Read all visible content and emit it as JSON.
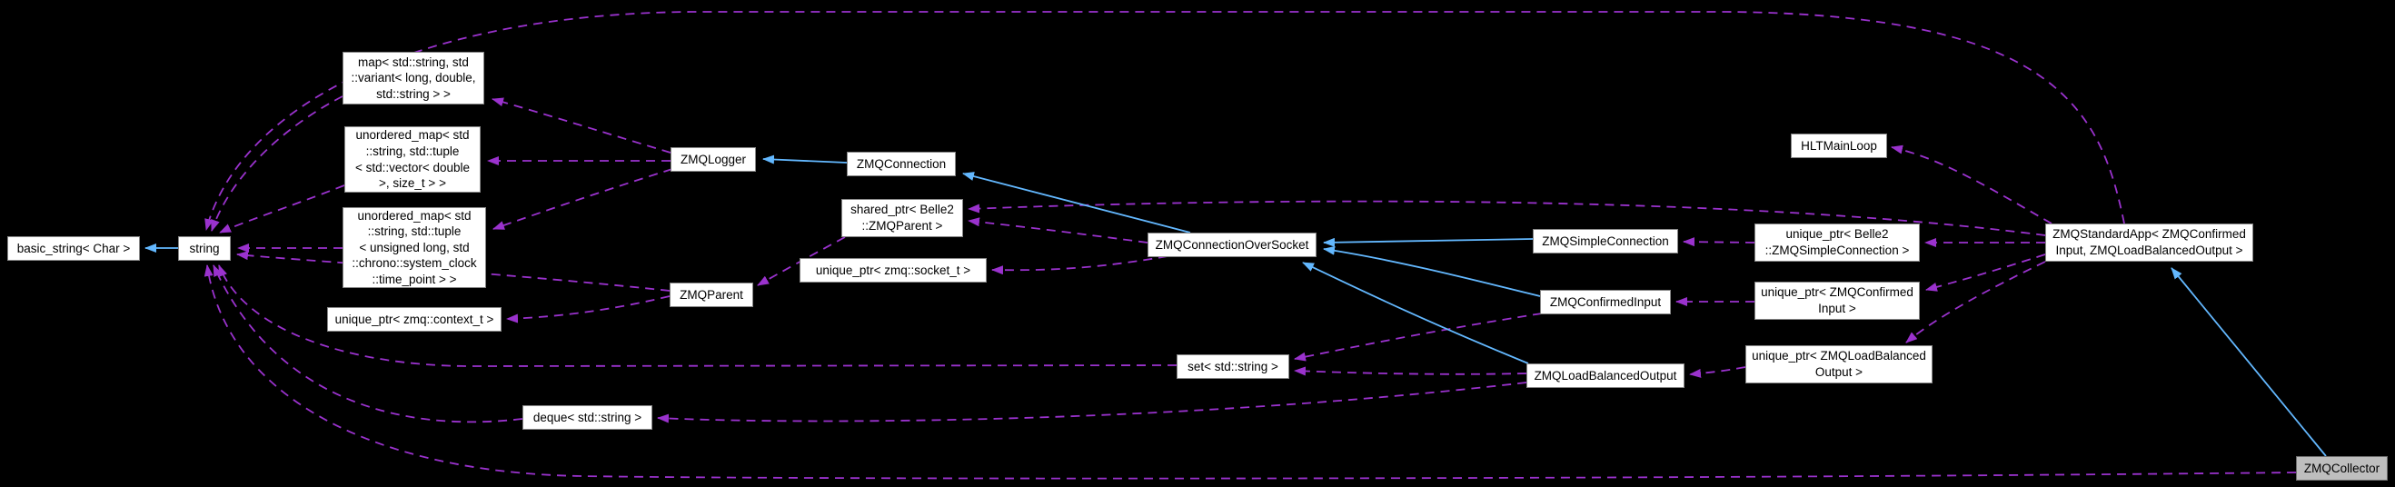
{
  "diagram": {
    "type": "collaboration-graph",
    "colors": {
      "background": "#000000",
      "box_fill": "#ffffff",
      "box_border": "#878787",
      "highlight_box_fill": "#bebebe",
      "inheritance_edge": "#63b8ff",
      "usage_edge": "#9a32cd",
      "text": "#000000"
    }
  },
  "nodes": {
    "basic_string": {
      "label": "basic_string< Char >"
    },
    "string": {
      "label": "string"
    },
    "map_variant": {
      "label": "map< std::string, std\n::variant< long, double,\nstd::string > >"
    },
    "umap_vector": {
      "label": "unordered_map< std\n::string, std::tuple\n< std::vector< double\n>, size_t > >"
    },
    "umap_chrono": {
      "label": "unordered_map< std\n::string, std::tuple\n< unsigned long, std\n::chrono::system_clock\n::time_point > >"
    },
    "uptr_context": {
      "label": "unique_ptr< zmq::context_t >"
    },
    "zmq_logger": {
      "label": "ZMQLogger"
    },
    "zmq_parent": {
      "label": "ZMQParent"
    },
    "zmq_connection": {
      "label": "ZMQConnection"
    },
    "sptr_parent": {
      "label": "shared_ptr< Belle2\n::ZMQParent >"
    },
    "uptr_socket": {
      "label": "unique_ptr< zmq::socket_t >"
    },
    "zmq_connection_over_socket": {
      "label": "ZMQConnectionOverSocket"
    },
    "zmq_simple_connection": {
      "label": "ZMQSimpleConnection"
    },
    "zmq_confirmed_input": {
      "label": "ZMQConfirmedInput"
    },
    "zmq_load_balanced_output": {
      "label": "ZMQLoadBalancedOutput"
    },
    "set_string": {
      "label": "set< std::string >"
    },
    "deque_string": {
      "label": "deque< std::string >"
    },
    "hlt_main_loop": {
      "label": "HLTMainLoop"
    },
    "uptr_simple_connection": {
      "label": "unique_ptr< Belle2\n::ZMQSimpleConnection >"
    },
    "uptr_confirmed_input": {
      "label": "unique_ptr< ZMQConfirmed\nInput >"
    },
    "uptr_load_balanced_output": {
      "label": "unique_ptr< ZMQLoadBalanced\nOutput >"
    },
    "zmq_standard_app": {
      "label": "ZMQStandardApp< ZMQConfirmed\nInput, ZMQLoadBalancedOutput >"
    },
    "zmq_collector": {
      "label": "ZMQCollector"
    }
  },
  "edges": [
    {
      "from": "string",
      "to": "basic_string",
      "type": "inheritance"
    },
    {
      "from": "zmq_connection",
      "to": "zmq_logger",
      "type": "inheritance"
    },
    {
      "from": "zmq_connection_over_socket",
      "to": "zmq_connection",
      "type": "inheritance"
    },
    {
      "from": "zmq_simple_connection",
      "to": "zmq_connection_over_socket",
      "type": "inheritance"
    },
    {
      "from": "zmq_confirmed_input",
      "to": "zmq_connection_over_socket",
      "type": "inheritance"
    },
    {
      "from": "zmq_load_balanced_output",
      "to": "zmq_connection_over_socket",
      "type": "inheritance"
    },
    {
      "from": "zmq_collector",
      "to": "zmq_standard_app",
      "type": "inheritance"
    },
    {
      "from": "map_variant",
      "to": "string",
      "type": "usage"
    },
    {
      "from": "umap_vector",
      "to": "string",
      "type": "usage"
    },
    {
      "from": "umap_chrono",
      "to": "string",
      "type": "usage"
    },
    {
      "from": "zmq_parent",
      "to": "string",
      "type": "usage"
    },
    {
      "from": "set_string",
      "to": "string",
      "type": "usage"
    },
    {
      "from": "deque_string",
      "to": "string",
      "type": "usage"
    },
    {
      "from": "zmq_collector",
      "to": "string",
      "type": "usage"
    },
    {
      "from": "zmq_standard_app",
      "to": "string",
      "type": "usage"
    },
    {
      "from": "zmq_logger",
      "to": "map_variant",
      "type": "usage"
    },
    {
      "from": "zmq_logger",
      "to": "umap_vector",
      "type": "usage"
    },
    {
      "from": "zmq_logger",
      "to": "umap_chrono",
      "type": "usage"
    },
    {
      "from": "zmq_parent",
      "to": "uptr_context",
      "type": "usage"
    },
    {
      "from": "sptr_parent",
      "to": "zmq_parent",
      "type": "usage"
    },
    {
      "from": "zmq_connection_over_socket",
      "to": "sptr_parent",
      "type": "usage"
    },
    {
      "from": "zmq_standard_app",
      "to": "sptr_parent",
      "type": "usage"
    },
    {
      "from": "zmq_connection_over_socket",
      "to": "uptr_socket",
      "type": "usage"
    },
    {
      "from": "zmq_confirmed_input",
      "to": "set_string",
      "type": "usage"
    },
    {
      "from": "zmq_load_balanced_output",
      "to": "set_string",
      "type": "usage"
    },
    {
      "from": "zmq_load_balanced_output",
      "to": "deque_string",
      "type": "usage"
    },
    {
      "from": "zmq_standard_app",
      "to": "hlt_main_loop",
      "type": "usage"
    },
    {
      "from": "zmq_standard_app",
      "to": "uptr_simple_connection",
      "type": "usage"
    },
    {
      "from": "zmq_standard_app",
      "to": "uptr_confirmed_input",
      "type": "usage"
    },
    {
      "from": "zmq_standard_app",
      "to": "uptr_load_balanced_output",
      "type": "usage"
    },
    {
      "from": "uptr_simple_connection",
      "to": "zmq_simple_connection",
      "type": "usage"
    },
    {
      "from": "uptr_confirmed_input",
      "to": "zmq_confirmed_input",
      "type": "usage"
    },
    {
      "from": "uptr_load_balanced_output",
      "to": "zmq_load_balanced_output",
      "type": "usage"
    }
  ]
}
